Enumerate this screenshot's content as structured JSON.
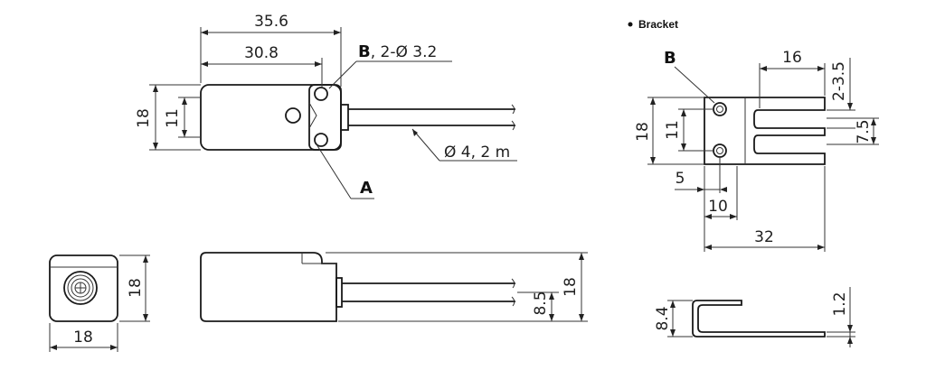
{
  "sensor": {
    "overall_length": "35.6",
    "body_length": "30.8",
    "mount_callout": "B",
    "mount_hole_spec": ", 2-Ø 3.2",
    "height": "18",
    "hole_pitch": "11",
    "cable_spec": "Ø 4, 2 m",
    "part_callout": "A"
  },
  "end_view": {
    "height": "18",
    "width": "18"
  },
  "side_view": {
    "cable_height": "8.5",
    "height": "18"
  },
  "bracket": {
    "section_title": "Bracket",
    "callout": "B",
    "slot_length": "16",
    "slot_width": "2-3.5",
    "height": "18",
    "hole_pitch": "11",
    "slot_pitch": "7.5",
    "hole_edge": "5",
    "hole_span": "10",
    "overall_length": "32",
    "profile_height": "8.4",
    "thickness": "1.2"
  }
}
